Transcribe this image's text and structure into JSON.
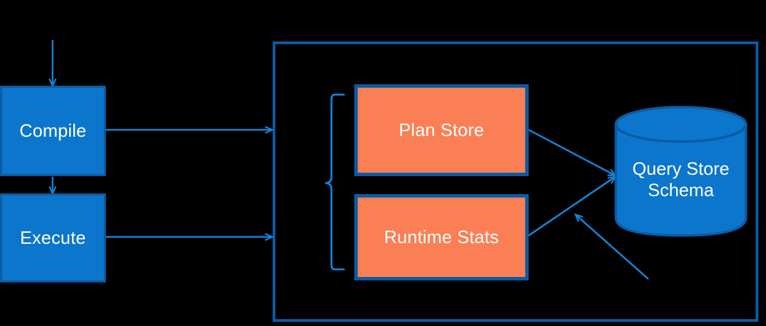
{
  "diagram": {
    "title": "Query Store architecture flow",
    "colors": {
      "background": "#000000",
      "process_fill": "#0b76cc",
      "store_fill": "#fb7f55",
      "border": "#0a5ba3",
      "connector": "#1682d4",
      "label_text": "#ffffff"
    },
    "nodes": {
      "compile": {
        "label": "Compile"
      },
      "execute": {
        "label": "Execute"
      },
      "plan_store": {
        "label": "Plan Store"
      },
      "runtime_stats": {
        "label": "Runtime Stats"
      },
      "query_store_schema": {
        "label_line1": "Query Store",
        "label_line2": "Schema"
      }
    },
    "grouping_brace": {
      "name": "query-store-components-brace"
    },
    "container": {
      "name": "query-store-boundary"
    },
    "connectors": [
      {
        "name": "input-to-compile",
        "from": "input",
        "to": "compile"
      },
      {
        "name": "compile-to-execute",
        "from": "compile",
        "to": "execute"
      },
      {
        "name": "compile-to-query-store",
        "from": "compile",
        "to": "query-store-boundary"
      },
      {
        "name": "execute-to-query-store",
        "from": "execute",
        "to": "query-store-boundary"
      },
      {
        "name": "plan-store-to-schema",
        "from": "plan_store",
        "to": "query_store_schema"
      },
      {
        "name": "runtime-stats-to-schema",
        "from": "runtime_stats",
        "to": "query_store_schema"
      },
      {
        "name": "external-to-schema",
        "from": "external",
        "to": "query_store_schema"
      }
    ]
  }
}
